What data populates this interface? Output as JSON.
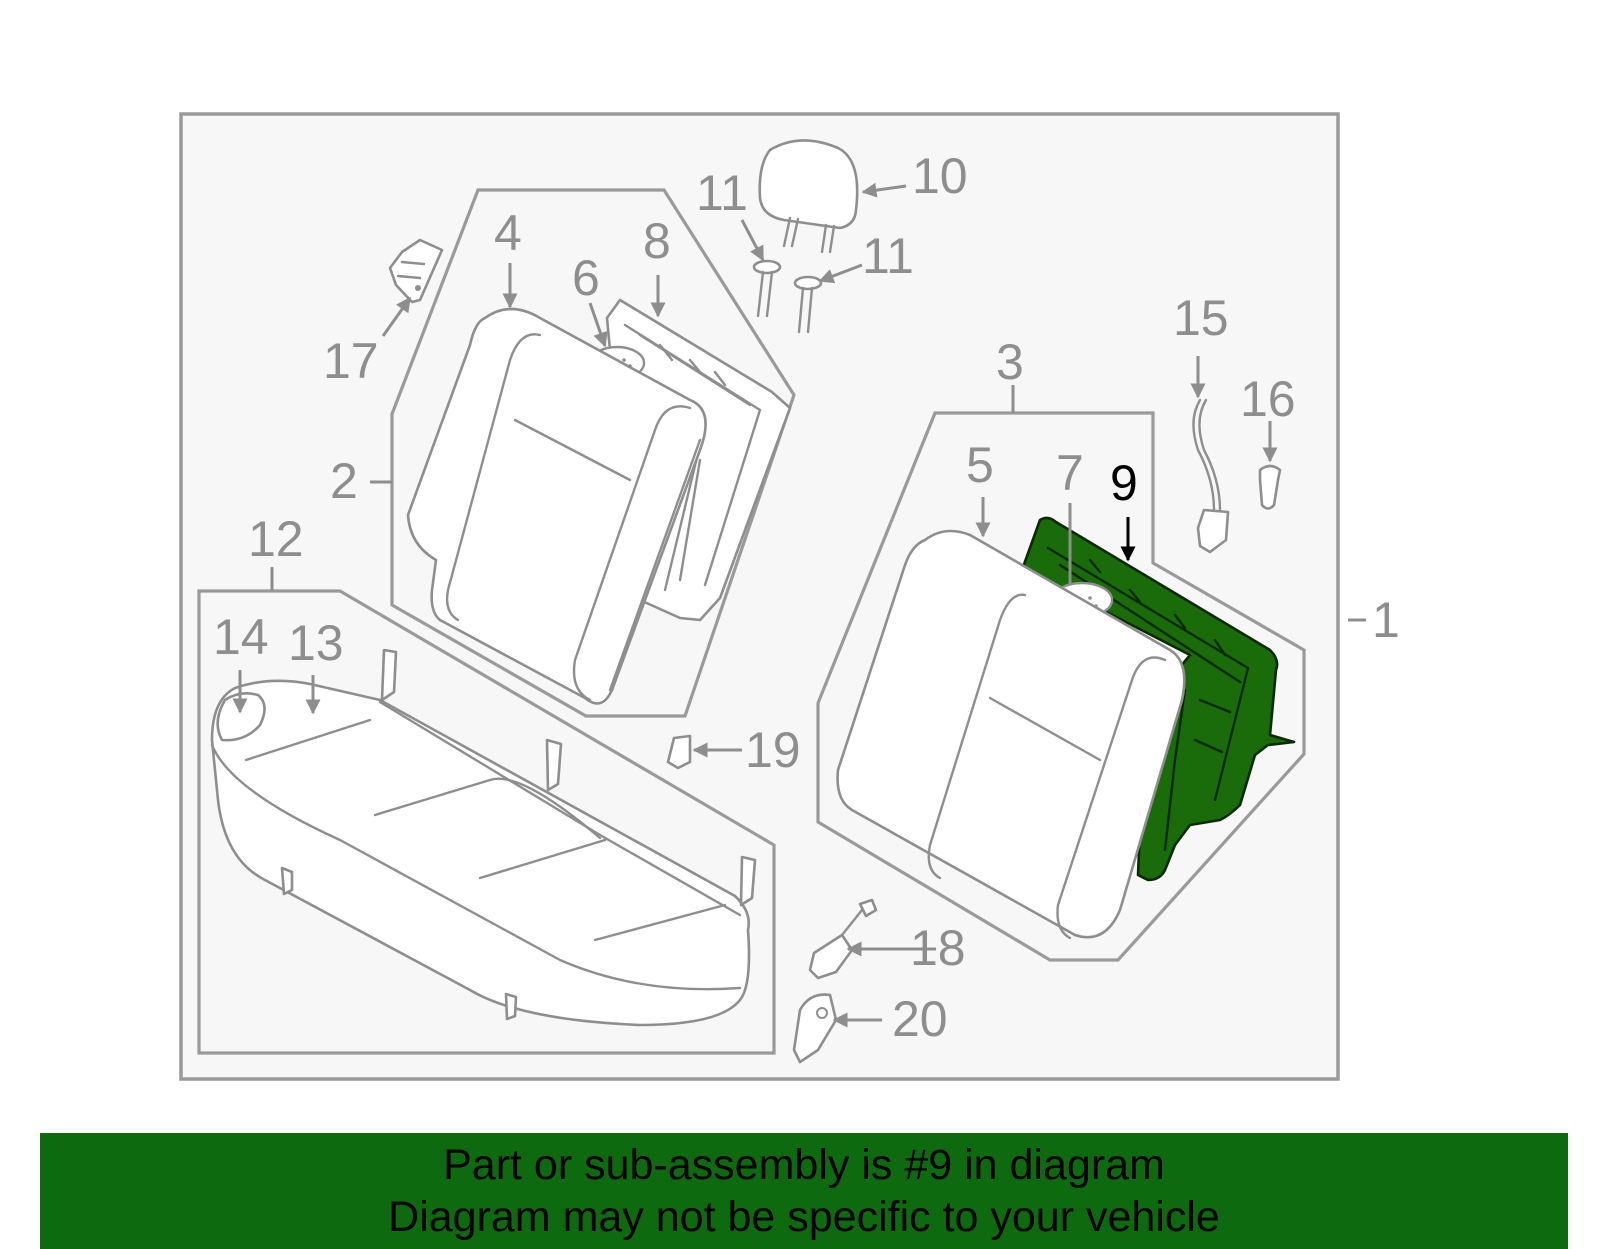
{
  "diagram": {
    "highlighted_part": "9",
    "callouts": [
      {
        "id": "c1",
        "label": "1"
      },
      {
        "id": "c2",
        "label": "2"
      },
      {
        "id": "c3",
        "label": "3"
      },
      {
        "id": "c4",
        "label": "4"
      },
      {
        "id": "c5",
        "label": "5"
      },
      {
        "id": "c6",
        "label": "6"
      },
      {
        "id": "c7",
        "label": "7"
      },
      {
        "id": "c8",
        "label": "8"
      },
      {
        "id": "c9",
        "label": "9"
      },
      {
        "id": "c10",
        "label": "10"
      },
      {
        "id": "c11a",
        "label": "11"
      },
      {
        "id": "c11b",
        "label": "11"
      },
      {
        "id": "c12",
        "label": "12"
      },
      {
        "id": "c13",
        "label": "13"
      },
      {
        "id": "c14",
        "label": "14"
      },
      {
        "id": "c15",
        "label": "15"
      },
      {
        "id": "c16",
        "label": "16"
      },
      {
        "id": "c17",
        "label": "17"
      },
      {
        "id": "c18",
        "label": "18"
      },
      {
        "id": "c19",
        "label": "19"
      },
      {
        "id": "c20",
        "label": "20"
      }
    ],
    "colors": {
      "highlight": "#1a6b0a",
      "outline": "#8e8e8e",
      "frame_fill": "#f7f7f7",
      "banner": "#0e6a0e"
    }
  },
  "footer": {
    "line1": "Part or sub-assembly is #9 in diagram",
    "line2": "Diagram may not be specific to your vehicle"
  }
}
